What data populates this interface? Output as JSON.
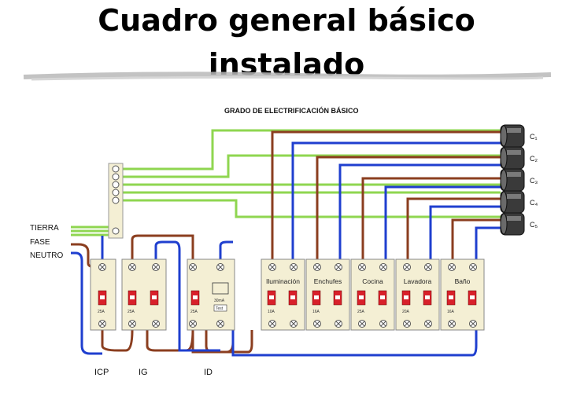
{
  "title": {
    "line1": "Cuadro general básico",
    "line2": "instalado"
  },
  "diagram": {
    "heading": "GRADO DE ELECTRIFICACIÓN BÁSICO",
    "inputs": {
      "earth": "TIERRA",
      "phase": "FASE",
      "neutral": "NEUTRO"
    },
    "devices": {
      "icp": "ICP",
      "ig": "IG",
      "id": "ID"
    },
    "device_ratings": {
      "icp": "25A",
      "ig": "25A",
      "id": "25A",
      "id_sensitivity": "30mA",
      "id_test": "Test"
    },
    "circuits": [
      {
        "name": "Iluminación",
        "rating": "10A",
        "tag": "C₁"
      },
      {
        "name": "Enchufes",
        "rating": "16A",
        "tag": "C₂"
      },
      {
        "name": "Cocina",
        "rating": "25A",
        "tag": "C₃"
      },
      {
        "name": "Lavadora",
        "rating": "20A",
        "tag": "C₄"
      },
      {
        "name": "Baño",
        "rating": "16A",
        "tag": "C₅"
      }
    ],
    "colors": {
      "earth": "#8fd650",
      "phase": "#8b3e1f",
      "neutral": "#1f3fcf",
      "breaker": "#d8202a",
      "panel": "#f4efd4"
    }
  }
}
